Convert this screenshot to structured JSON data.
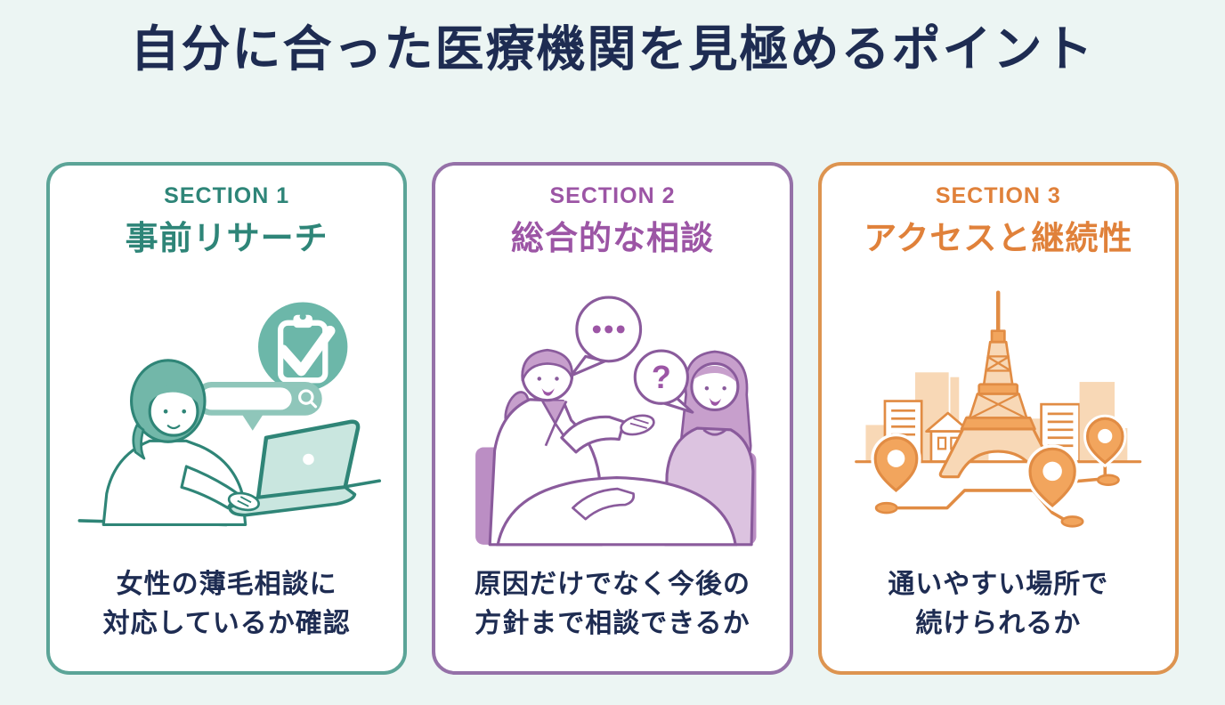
{
  "page": {
    "title": "自分に合った医療機関を見極めるポイント",
    "background_color": "#ECF5F3",
    "title_color": "#1E2C52",
    "card_background": "#FFFFFF",
    "description_color": "#1E2C52"
  },
  "sections": [
    {
      "label": "SECTION 1",
      "heading": "事前リサーチ",
      "desc_line1": "女性の薄毛相談に",
      "desc_line2": "対応しているか確認",
      "accent_color": "#2E8578",
      "border_color": "#5BA497",
      "illustration": "woman-researching-on-laptop",
      "illustration_icons": [
        "clipboard-check-badge",
        "search-bar-with-magnifier",
        "laptop"
      ]
    },
    {
      "label": "SECTION 2",
      "heading": "総合的な相談",
      "desc_line1": "原因だけでなく今後の",
      "desc_line2": "方針まで相談できるか",
      "accent_color": "#9C55A5",
      "border_color": "#9571A8",
      "bubble_text": "?",
      "illustration": "doctor-consulting-patient-at-table",
      "illustration_icons": [
        "speech-bubble-dots",
        "speech-bubble-question"
      ]
    },
    {
      "label": "SECTION 3",
      "heading": "アクセスと継続性",
      "desc_line1": "通いやすい場所で",
      "desc_line2": "続けられるか",
      "accent_color": "#E0813A",
      "border_color": "#DD9450",
      "illustration": "city-skyline-tower-with-map-pins-route",
      "illustration_icons": [
        "tower",
        "map-pin",
        "route-line"
      ]
    }
  ],
  "icons": {
    "checklist": "clipboard-with-checkmark",
    "search": "magnifying-glass",
    "speech_dots": "typing-dots-bubble",
    "speech_question": "question-bubble",
    "map_pin": "location-pin"
  }
}
